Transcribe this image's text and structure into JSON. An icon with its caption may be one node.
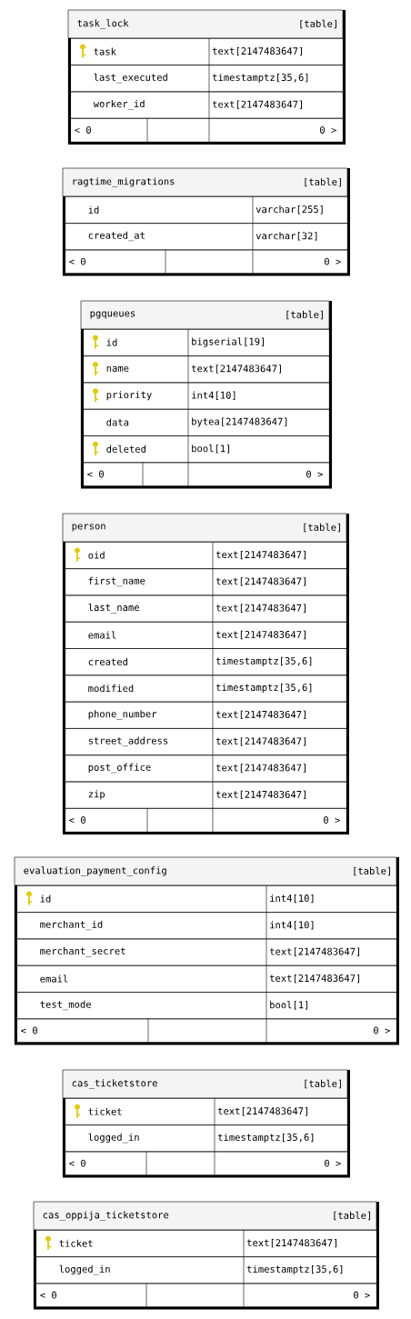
{
  "diagram": {
    "nodes": [
      {
        "text": [
          "task_lock",
          "[table]"
        ]
      },
      {
        "text": [
          "task",
          "text[2147483647]"
        ],
        "in": 0
      },
      {
        "text": [
          "last_executed",
          "timestamptz[35,6]"
        ],
        "in": 0
      },
      {
        "text": [
          "worker_id",
          "text[2147483647]"
        ],
        "in": 0
      },
      {
        "text": [
          "< 0",
          "0 >"
        ],
        "in": 0
      },
      {
        "text": [
          "ragtime_migrations",
          "[table]"
        ]
      },
      {
        "text": [
          "id",
          "varchar[255]"
        ],
        "in": 5
      },
      {
        "text": [
          "created_at",
          "varchar[32]"
        ],
        "in": 5
      },
      {
        "text": [
          "< 0",
          "0 >"
        ],
        "in": 5
      },
      {
        "text": [
          "pgqueues",
          "[table]"
        ]
      },
      {
        "text": [
          "id",
          "bigserial[19]"
        ],
        "in": 9
      },
      {
        "text": [
          "name",
          "text[2147483647]"
        ],
        "in": 9
      },
      {
        "text": [
          "priority",
          "int4[10]"
        ],
        "in": 9
      },
      {
        "text": [
          "data",
          "bytea[2147483647]"
        ],
        "in": 9
      },
      {
        "text": [
          "deleted",
          "bool[1]"
        ],
        "in": 9
      },
      {
        "text": [
          "< 0",
          "0 >"
        ],
        "in": 9
      },
      {
        "text": [
          "person",
          "[table]"
        ]
      },
      {
        "text": [
          "oid",
          "text[2147483647]"
        ],
        "in": 16
      },
      {
        "text": [
          "first_name",
          "text[2147483647]"
        ],
        "in": 16
      },
      {
        "text": [
          "last_name",
          "text[2147483647]"
        ],
        "in": 16
      },
      {
        "text": [
          "email",
          "text[2147483647]"
        ],
        "in": 16
      },
      {
        "text": [
          "created",
          "timestamptz[35,6]"
        ],
        "in": 16
      },
      {
        "text": [
          "modified",
          "timestamptz[35,6]"
        ],
        "in": 16
      },
      {
        "text": [
          "phone_number",
          "text[2147483647]"
        ],
        "in": 16
      },
      {
        "text": [
          "street_address",
          "text[2147483647]"
        ],
        "in": 16
      },
      {
        "text": [
          "post_office",
          "text[2147483647]"
        ],
        "in": 16
      },
      {
        "text": [
          "zip",
          "text[2147483647]"
        ],
        "in": 16
      },
      {
        "text": [
          "< 0",
          "0 >"
        ],
        "in": 16
      },
      {
        "text": [
          "evaluation_payment_config",
          "[table]"
        ]
      },
      {
        "text": [
          "id",
          "int4[10]"
        ],
        "in": 28
      },
      {
        "text": [
          "merchant_id",
          "int4[10]"
        ],
        "in": 28
      },
      {
        "text": [
          "merchant_secret",
          "text[2147483647]"
        ],
        "in": 28
      },
      {
        "text": [
          "email",
          "text[2147483647]"
        ],
        "in": 28
      },
      {
        "text": [
          "test_mode",
          "bool[1]"
        ],
        "in": 28
      },
      {
        "text": [
          "< 0",
          "0 >"
        ],
        "in": 28
      },
      {
        "text": [
          "cas_ticketstore",
          "[table]"
        ]
      },
      {
        "text": [
          "ticket",
          "text[2147483647]"
        ],
        "in": 35
      },
      {
        "text": [
          "logged_in",
          "timestamptz[35,6]"
        ],
        "in": 35
      },
      {
        "text": [
          "< 0",
          "0 >"
        ],
        "in": 35
      },
      {
        "text": [
          "cas_oppija_ticketstore",
          "[table]"
        ]
      },
      {
        "text": [
          "ticket",
          "text[2147483647]"
        ],
        "in": 39
      },
      {
        "text": [
          "logged_in",
          "timestamptz[35,6]"
        ],
        "in": 39
      },
      {
        "text": [
          "< 0",
          "0 >"
        ],
        "in": 39
      }
    ]
  }
}
